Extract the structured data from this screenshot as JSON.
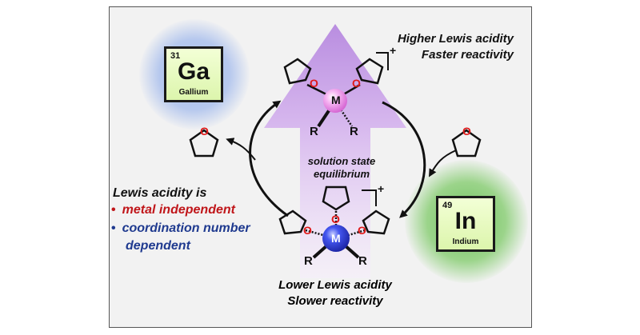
{
  "elements": {
    "gallium": {
      "number": "31",
      "symbol": "Ga",
      "name": "Gallium"
    },
    "indium": {
      "number": "49",
      "symbol": "In",
      "name": "Indium"
    }
  },
  "top_label": {
    "line1": "Higher Lewis acidity",
    "line2": "Faster reactivity"
  },
  "bottom_label": {
    "line1": "Lower Lewis acidity",
    "line2": "Slower reactivity"
  },
  "center_label": {
    "line1": "solution state",
    "line2": "equilibrium"
  },
  "lewis_note": {
    "title": "Lewis acidity is",
    "bullets": [
      "metal independent",
      "coordination number",
      "dependent"
    ],
    "bullet_colors": [
      "#c0161a",
      "#1f3a8f",
      "#1f3a8f"
    ]
  },
  "atoms": {
    "metal": "M",
    "ligand": "R",
    "oxygen": "O",
    "charge": "+"
  },
  "colors": {
    "top_metal": "#e89ae6",
    "bottom_metal": "#2a3fd8",
    "arrow": "#c9a2e6",
    "oxygen": "#e01818"
  }
}
